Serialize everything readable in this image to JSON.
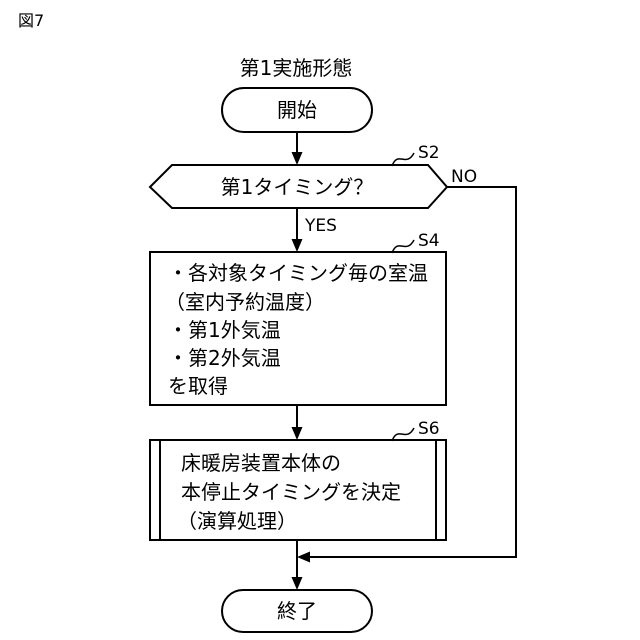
{
  "figure_label": "図7",
  "title": "第1実施形態",
  "start": {
    "label": "開始"
  },
  "decision": {
    "step": "S2",
    "label": "第1タイミング？",
    "yes_label": "YES",
    "no_label": "NO"
  },
  "acquire_step": {
    "step": "S4",
    "lines": [
      "・各対象タイミング毎の室温",
      "（室内予約温度）",
      "・第1外気温",
      "・第2外気温",
      "を取得"
    ]
  },
  "determine_step": {
    "step": "S6",
    "lines": [
      "床暖房装置本体の",
      "本停止タイミングを決定",
      "（演算処理）"
    ]
  },
  "end": {
    "label": "終了"
  }
}
